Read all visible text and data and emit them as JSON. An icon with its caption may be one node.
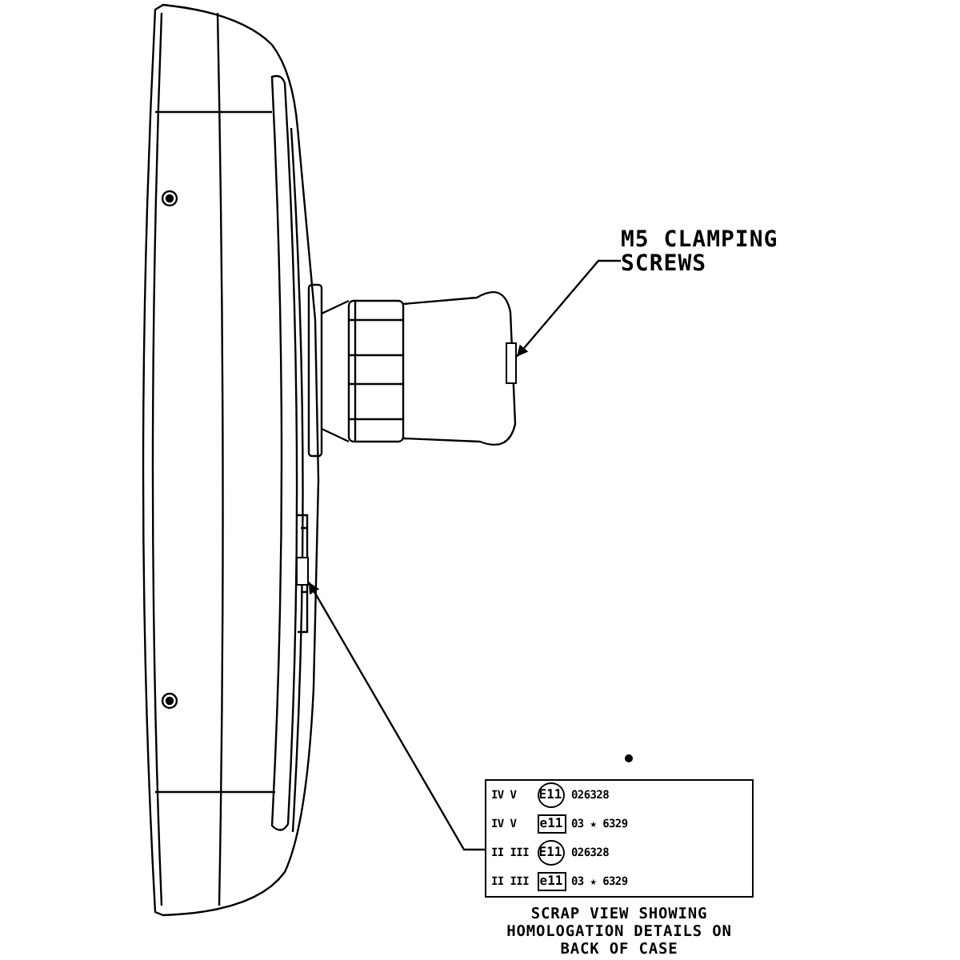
{
  "diagram": {
    "nodes": [
      {
        "text": [
          "M5 CLAMPING SCREWS"
        ]
      },
      {
        "text": [],
        "shape": "box"
      },
      {
        "text": [],
        "shape": "box",
        "beside": [
          "SCRAP VIEW SHOWING HOMOLOGATION DETAILS ON BACK OF CASE"
        ]
      },
      {
        "text": [
          "E11"
        ],
        "in": 2
      },
      {
        "text": [
          "e11"
        ],
        "in": 2
      },
      {
        "text": [
          "E11"
        ],
        "in": 2
      },
      {
        "text": [
          "e11"
        ],
        "in": 2
      },
      {
        "text": [],
        "shape": "box"
      }
    ],
    "edges": [
      {
        "from": 0,
        "to": 1,
        "arrow": "to"
      },
      {
        "from": 2,
        "to": 7,
        "arrow": "to"
      }
    ],
    "labels": [
      "IV V",
      "026328",
      "IV V",
      "03 ★ 6329",
      "II III",
      "026328",
      "II III",
      "03 ★ 6329"
    ]
  }
}
